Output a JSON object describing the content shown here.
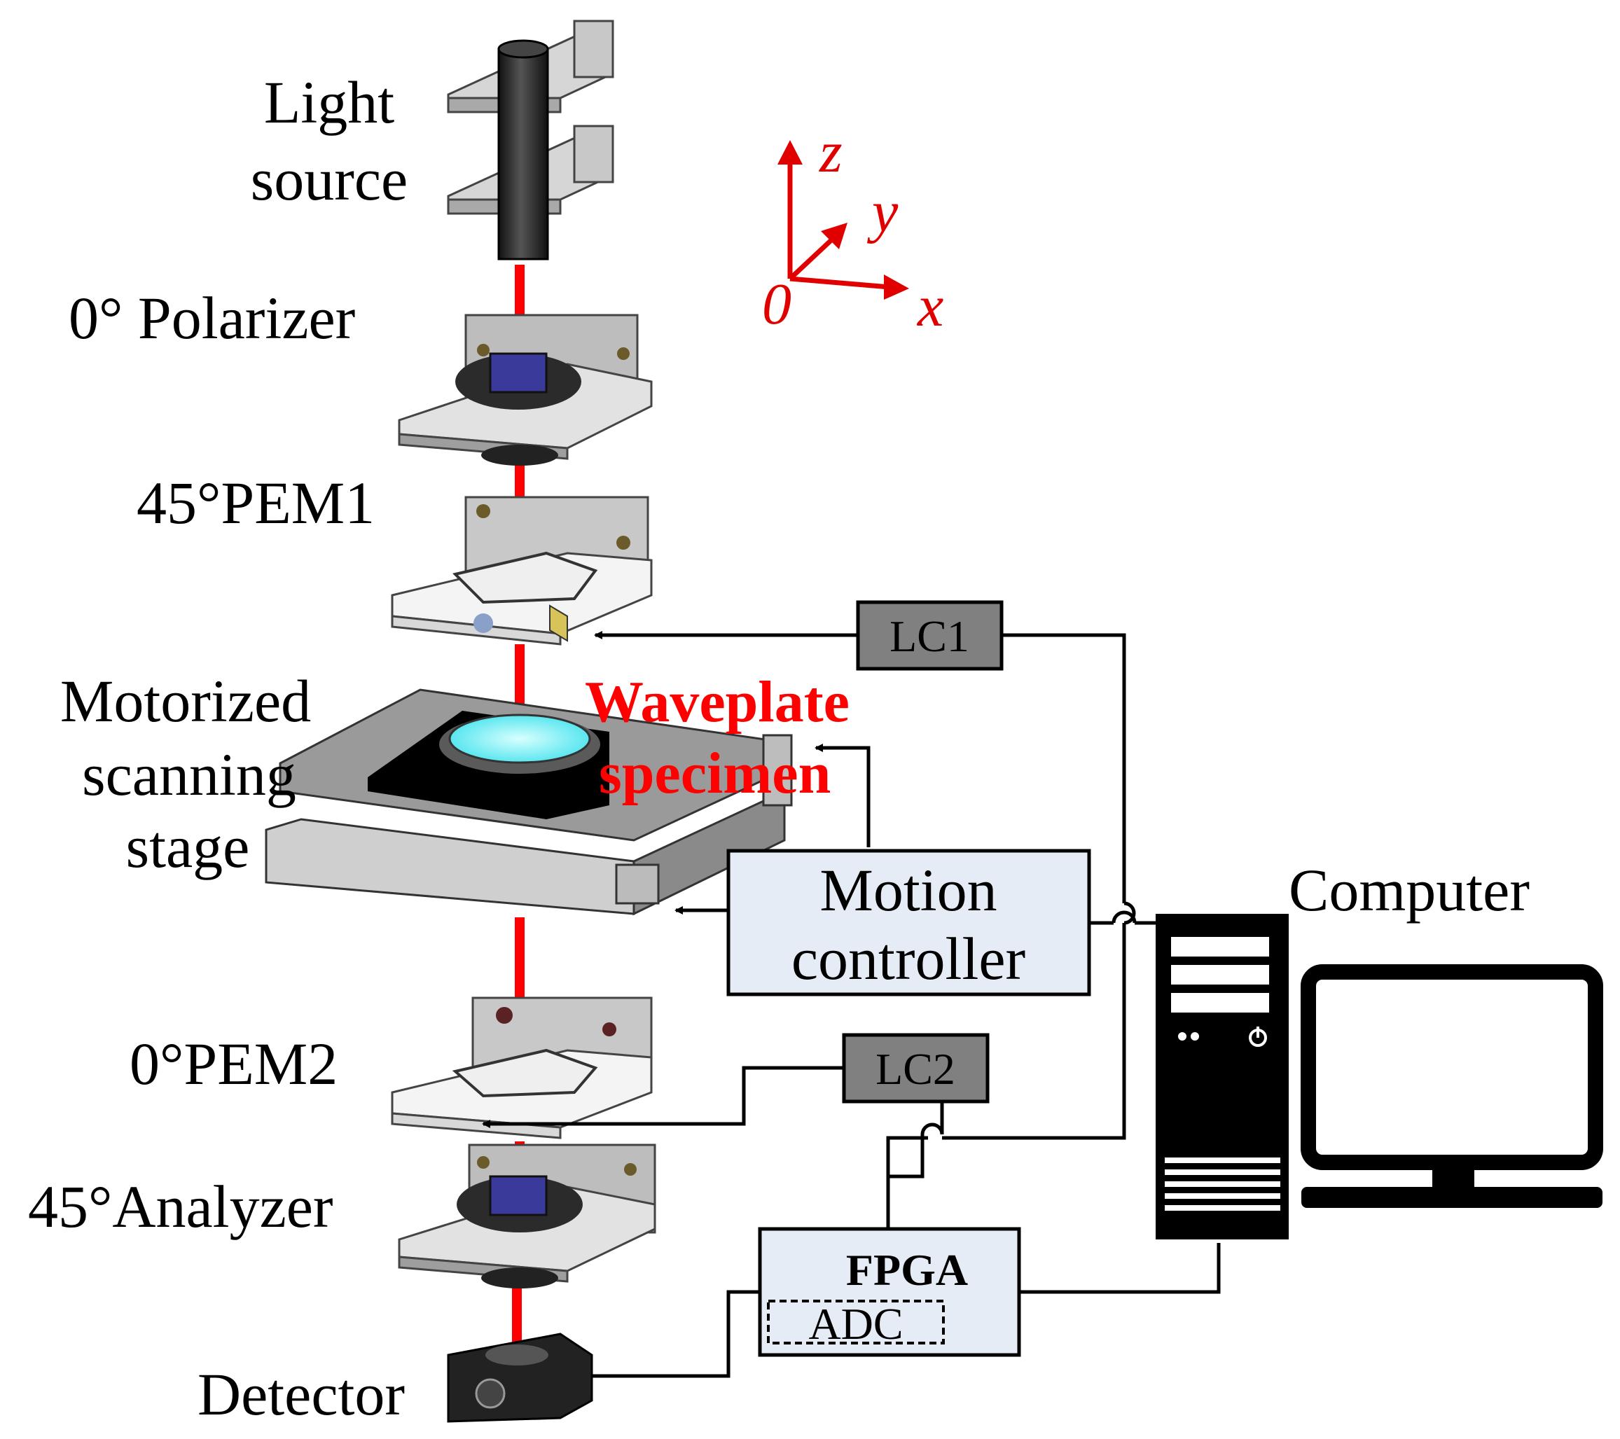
{
  "labels": {
    "light_source_line1": "Light",
    "light_source_line2": "source",
    "polarizer": "0° Polarizer",
    "pem1": "45°PEM1",
    "stage_line1": "Motorized",
    "stage_line2": "scanning",
    "stage_line3": "stage",
    "pem2": "0°PEM2",
    "analyzer": "45°Analyzer",
    "detector": "Detector",
    "computer": "Computer",
    "waveplate_line1": "Waveplate",
    "waveplate_line2": "specimen"
  },
  "boxes": {
    "lc1": "LC1",
    "lc2": "LC2",
    "motion_line1": "Motion",
    "motion_line2": "controller",
    "fpga": "FPGA",
    "adc": "ADC"
  },
  "axes": {
    "z": "z",
    "y": "y",
    "x": "x",
    "origin": "0"
  },
  "colors": {
    "beam": "#ff0000",
    "axis": "#e00000",
    "controller_box": "#e6ecf5",
    "lc_box": "#808080",
    "specimen": "#7ff3f7"
  }
}
